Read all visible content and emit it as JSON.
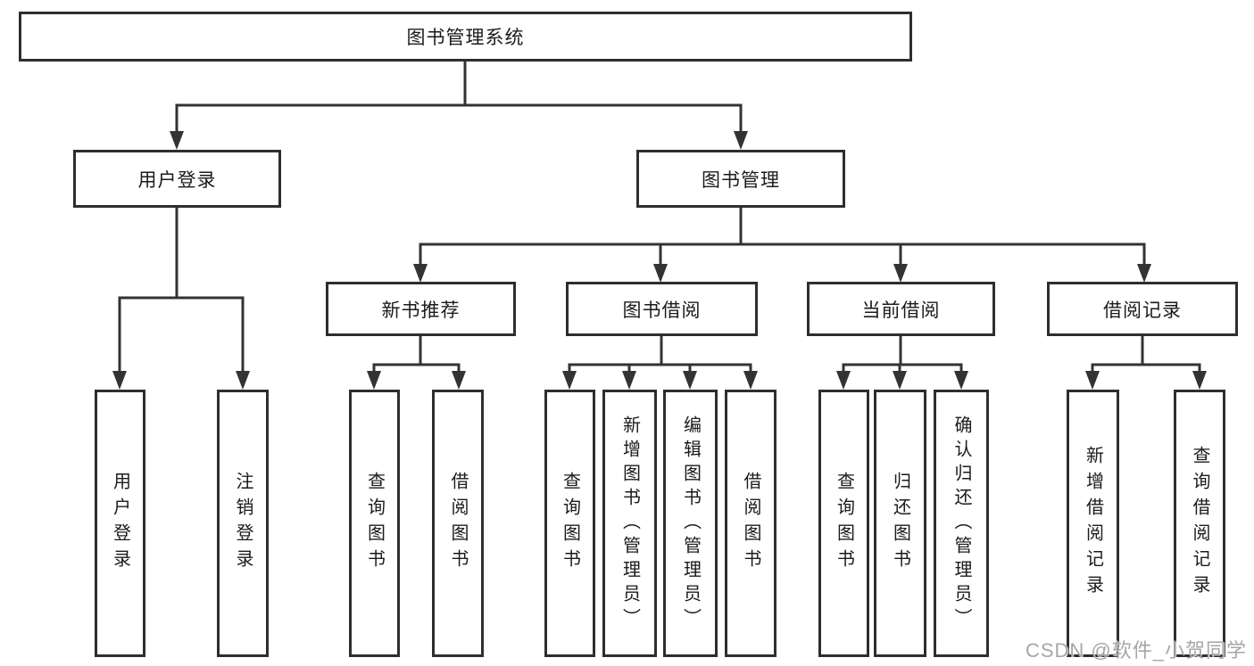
{
  "diagram": {
    "root": {
      "label": "图书管理系统"
    },
    "level1": [
      {
        "label": "用户登录"
      },
      {
        "label": "图书管理"
      }
    ],
    "level2": [
      {
        "label": "新书推荐"
      },
      {
        "label": "图书借阅"
      },
      {
        "label": "当前借阅"
      },
      {
        "label": "借阅记录"
      }
    ],
    "leaves": [
      {
        "label": "用户登录"
      },
      {
        "label": "注销登录"
      },
      {
        "label": "查询图书"
      },
      {
        "label": "借阅图书"
      },
      {
        "label": "查询图书"
      },
      {
        "label": "新增图书（管理员）"
      },
      {
        "label": "编辑图书（管理员）"
      },
      {
        "label": "借阅图书"
      },
      {
        "label": "查询图书"
      },
      {
        "label": "归还图书"
      },
      {
        "label": "确认归还（管理员）"
      },
      {
        "label": "新增借阅记录"
      },
      {
        "label": "查询借阅记录"
      }
    ]
  },
  "watermark": {
    "label": "CSDN @软件_小贺同学"
  },
  "colors": {
    "line": "#333333",
    "box_border": "#2e2e2e",
    "text": "#1b1b1b",
    "background": "#ffffff",
    "watermark": "#a6a6a6"
  }
}
